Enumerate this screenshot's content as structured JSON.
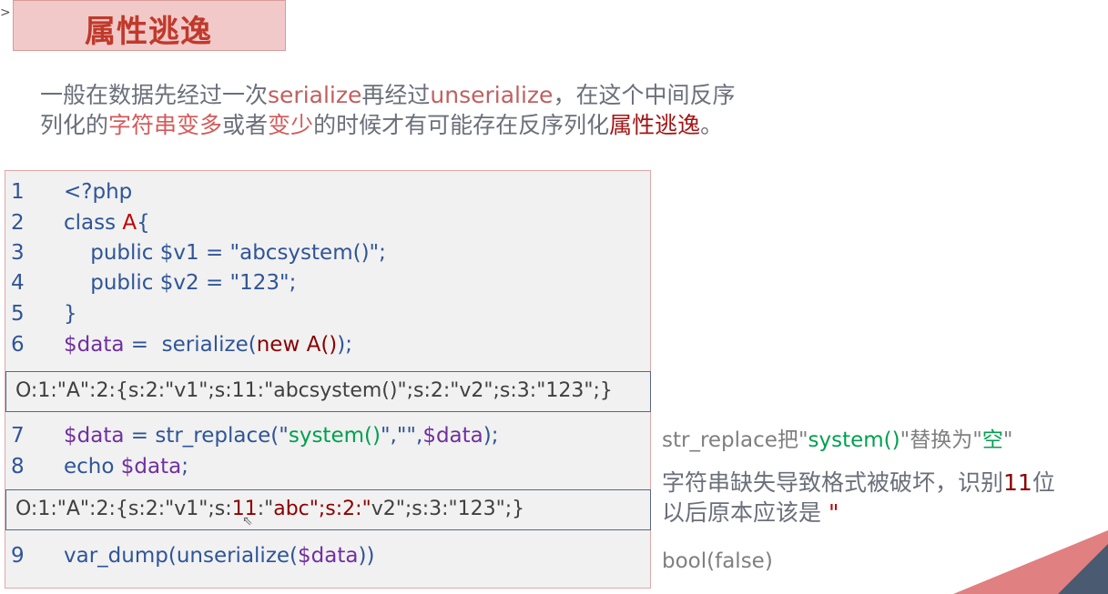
{
  "corner": ">",
  "title": "属性逃逸",
  "intro": {
    "l1_a": "一般在数据先经过一次",
    "l1_b": "serialize",
    "l1_c": "再经过",
    "l1_d": "unserialize",
    "l1_e": "，在这个中间反序",
    "l2_a": "列化的",
    "l2_b": "字符串变多",
    "l2_c": "或者",
    "l2_d": "变少",
    "l2_e": "的时候才有可能存在反序列化",
    "l2_f": "属性逃逸",
    "l2_g": "。"
  },
  "code": {
    "l1": {
      "n": "1",
      "a": "<?php"
    },
    "l2": {
      "n": "2",
      "a": "class ",
      "b": "A",
      "c": "{"
    },
    "l3": {
      "n": "3",
      "a": "    public $v1 = \"abcsystem()\";"
    },
    "l4": {
      "n": "4",
      "a": "    public $v2 = \"123\";"
    },
    "l5": {
      "n": "5",
      "a": "}"
    },
    "l6": {
      "n": "6",
      "a": "$data",
      "b": " = ",
      "c": " serialize(",
      "d": "new A()",
      "e": ");"
    },
    "out1": "O:1:\"A\":2:{s:2:\"v1\";s:11:\"abcsystem()\";s:2:\"v2\";s:3:\"123\";}",
    "l7": {
      "n": "7",
      "a": "$data",
      "b": " = str_replace(\"",
      "c": "system()",
      "d": "\",\"\",",
      "e": "$data",
      "f": ");"
    },
    "l8": {
      "n": "8",
      "a": "echo ",
      "b": "$data",
      "c": ";"
    },
    "out2": {
      "a": "O:1:\"A\":2:{s:2:\"v1\";s:",
      "b": "11",
      "c": ":\"",
      "d": "abc\";s:2:\"",
      "e": "v2\";s:3:\"123\";}"
    },
    "l9": {
      "n": "9",
      "a": "var_dump(unserialize(",
      "b": "$data",
      "c": "))"
    }
  },
  "notes": {
    "n1_a": "str_replace把\"",
    "n1_b": "system()",
    "n1_c": "\"替换为\"",
    "n1_d": "空",
    "n1_e": "\"",
    "n2_a": "字符串缺失导致格式被破坏，识别",
    "n2_b": "11",
    "n2_c": "位",
    "n2_d": "以后原本应该是 ",
    "n2_e": "\"",
    "n3": "bool(false)"
  },
  "colors": {
    "accent": "#c0392b",
    "title_bg": "#f2c9c9",
    "code_bg": "#f1f1f1",
    "code_blue": "#2f5597",
    "code_purple": "#7030a0",
    "code_green": "#00a050"
  }
}
